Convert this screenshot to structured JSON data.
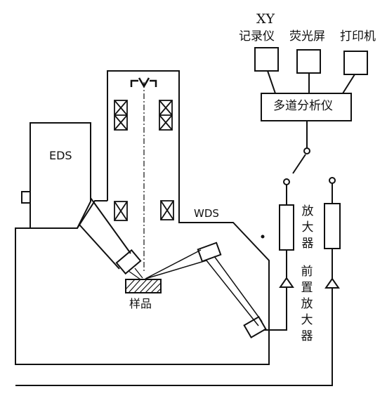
{
  "labels": {
    "xy": "XY",
    "recorder": "记录仪",
    "screen": "荧光屏",
    "printer": "打印机",
    "analyzer": "多道分析仪",
    "eds": "EDS",
    "wds": "WDS",
    "sample": "样品",
    "amplifier": "放大器",
    "preamp": "前置放大器"
  },
  "colors": {
    "line": "#111111",
    "background": "#ffffff"
  }
}
